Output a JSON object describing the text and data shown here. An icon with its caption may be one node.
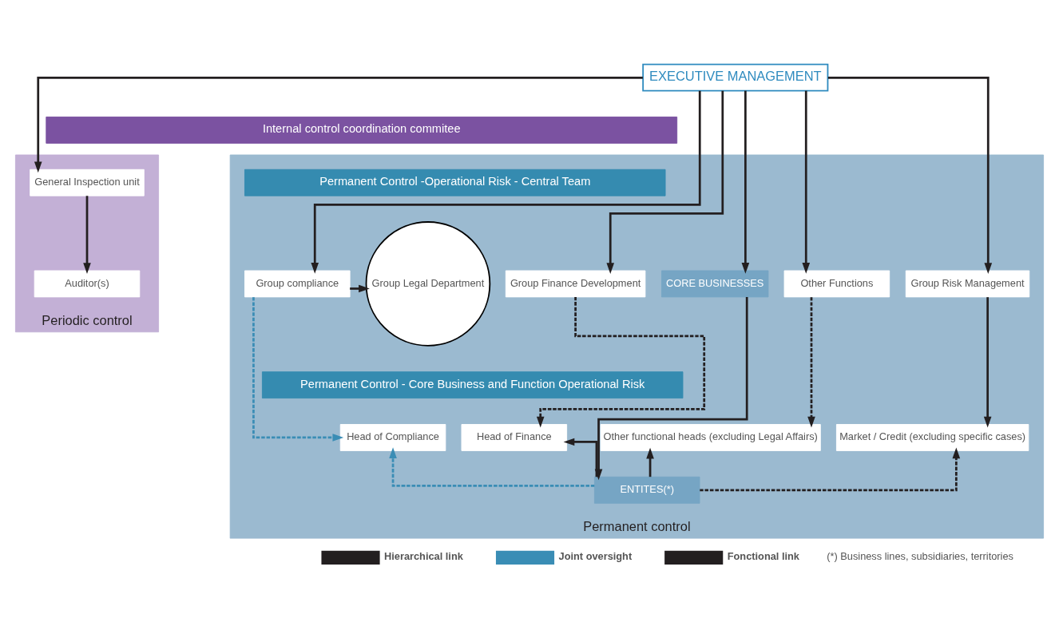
{
  "diagram": {
    "nodes": [
      {
        "text": [
          "EXECUTIVE MANAGEMENT"
        ]
      },
      {
        "text": [
          "Internal control coordination commitee"
        ]
      },
      {
        "text": [
          "Periodic control"
        ]
      },
      {
        "text": [
          "General Inspection unit"
        ],
        "in": 2
      },
      {
        "text": [
          "Auditor(s)"
        ],
        "in": 2
      },
      {
        "text": [
          "Permanent control"
        ]
      },
      {
        "text": [
          "Permanent Control -Operational Risk - Central Team"
        ],
        "in": 5
      },
      {
        "text": [
          "Group compliance"
        ],
        "in": 5
      },
      {
        "text": [
          "Other Functions"
        ],
        "in": 5
      },
      {
        "text": [
          "Group Legal Department"
        ],
        "in": 5
      },
      {
        "text": [
          "Group Finance Development"
        ],
        "in": 5
      },
      {
        "text": [
          "Group Risk Management"
        ],
        "in": 5
      },
      {
        "text": [
          "CORE BUSINESSES"
        ],
        "in": 5
      },
      {
        "text": [
          "Permanent Control - Core Business and Function Operational Risk"
        ],
        "in": 5
      },
      {
        "text": [
          "Head of Compliance"
        ],
        "in": 5
      },
      {
        "text": [
          "Other functional heads (excluding Legal Affairs)"
        ],
        "in": 5
      },
      {
        "text": [
          "Head of Finance"
        ],
        "in": 5
      },
      {
        "text": [
          "Market / Credit (excluding specific cases)"
        ],
        "in": 5
      },
      {
        "text": [
          "ENTITES(*)"
        ],
        "in": 5
      }
    ],
    "edges": [
      {
        "from": 0,
        "to": 3,
        "arrow": "to"
      },
      {
        "from": 3,
        "to": 4,
        "arrow": "to"
      },
      {
        "from": 0,
        "to": 7,
        "arrow": "to"
      },
      {
        "from": 0,
        "to": 8,
        "arrow": "to"
      },
      {
        "from": 0,
        "to": 10,
        "arrow": "to"
      },
      {
        "from": 0,
        "to": 11,
        "arrow": "to"
      },
      {
        "from": 0,
        "to": 12,
        "arrow": "to"
      },
      {
        "from": 7,
        "to": 9,
        "arrow": "to"
      },
      {
        "from": 7,
        "to": 14,
        "arrow": "to",
        "style": "dashed",
        "color": "#3a8db5"
      },
      {
        "from": 8,
        "to": 15,
        "arrow": "to",
        "style": "dashed"
      },
      {
        "from": 10,
        "to": 16,
        "arrow": "to",
        "style": "dashed"
      },
      {
        "from": 11,
        "to": 17,
        "arrow": "to"
      },
      {
        "from": 12,
        "to": 18,
        "arrow": "to"
      },
      {
        "from": 18,
        "to": 15,
        "arrow": "to"
      },
      {
        "from": 18,
        "to": 16,
        "arrow": "to"
      },
      {
        "from": 18,
        "to": 17,
        "arrow": "to",
        "style": "dashed"
      },
      {
        "from": 18,
        "to": 14,
        "arrow": "to",
        "style": "dashed",
        "color": "#3a8db5"
      }
    ],
    "labels": [
      "(*) Business lines, subsidiaries, territories"
    ],
    "legend": [
      {
        "text": "Hierarchical link"
      },
      {
        "text": "Joint oversight"
      },
      {
        "text": "Fonctional link"
      }
    ]
  }
}
